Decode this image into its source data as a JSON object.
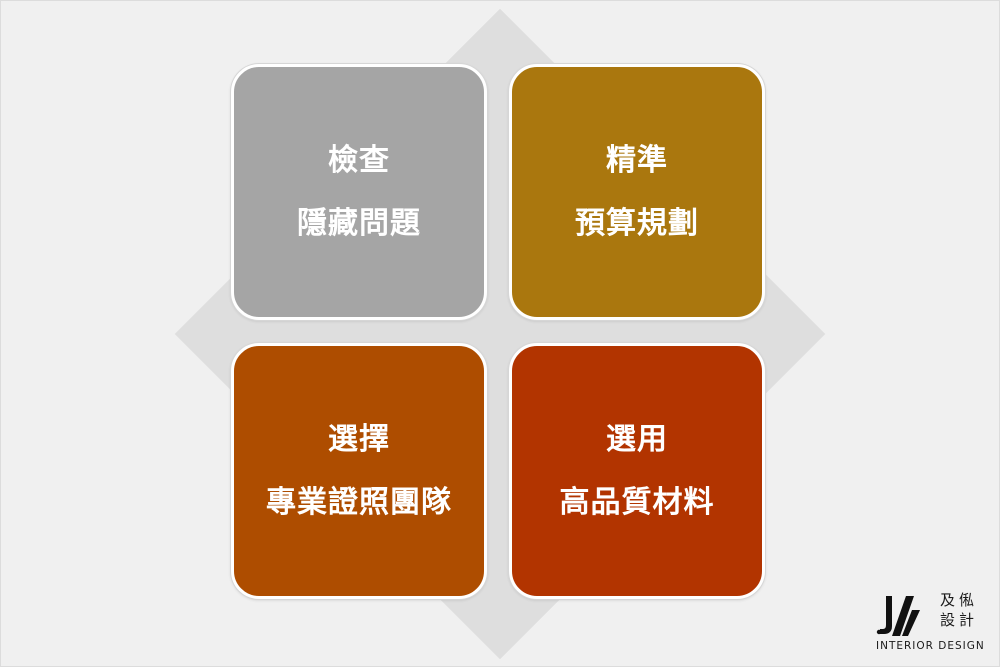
{
  "cards": [
    {
      "line1": "檢查",
      "line2": "隱藏問題",
      "color": "#a5a5a5"
    },
    {
      "line1": "精準",
      "line2": "預算規劃",
      "color": "#aa770e"
    },
    {
      "line1": "選擇",
      "line2": "專業證照團隊",
      "color": "#ae4d00"
    },
    {
      "line1": "選用",
      "line2": "高品質材料",
      "color": "#b23400"
    }
  ],
  "logo": {
    "cn_line1": "及俬",
    "cn_line2": "設計",
    "en": "INTERIOR DESIGN"
  }
}
